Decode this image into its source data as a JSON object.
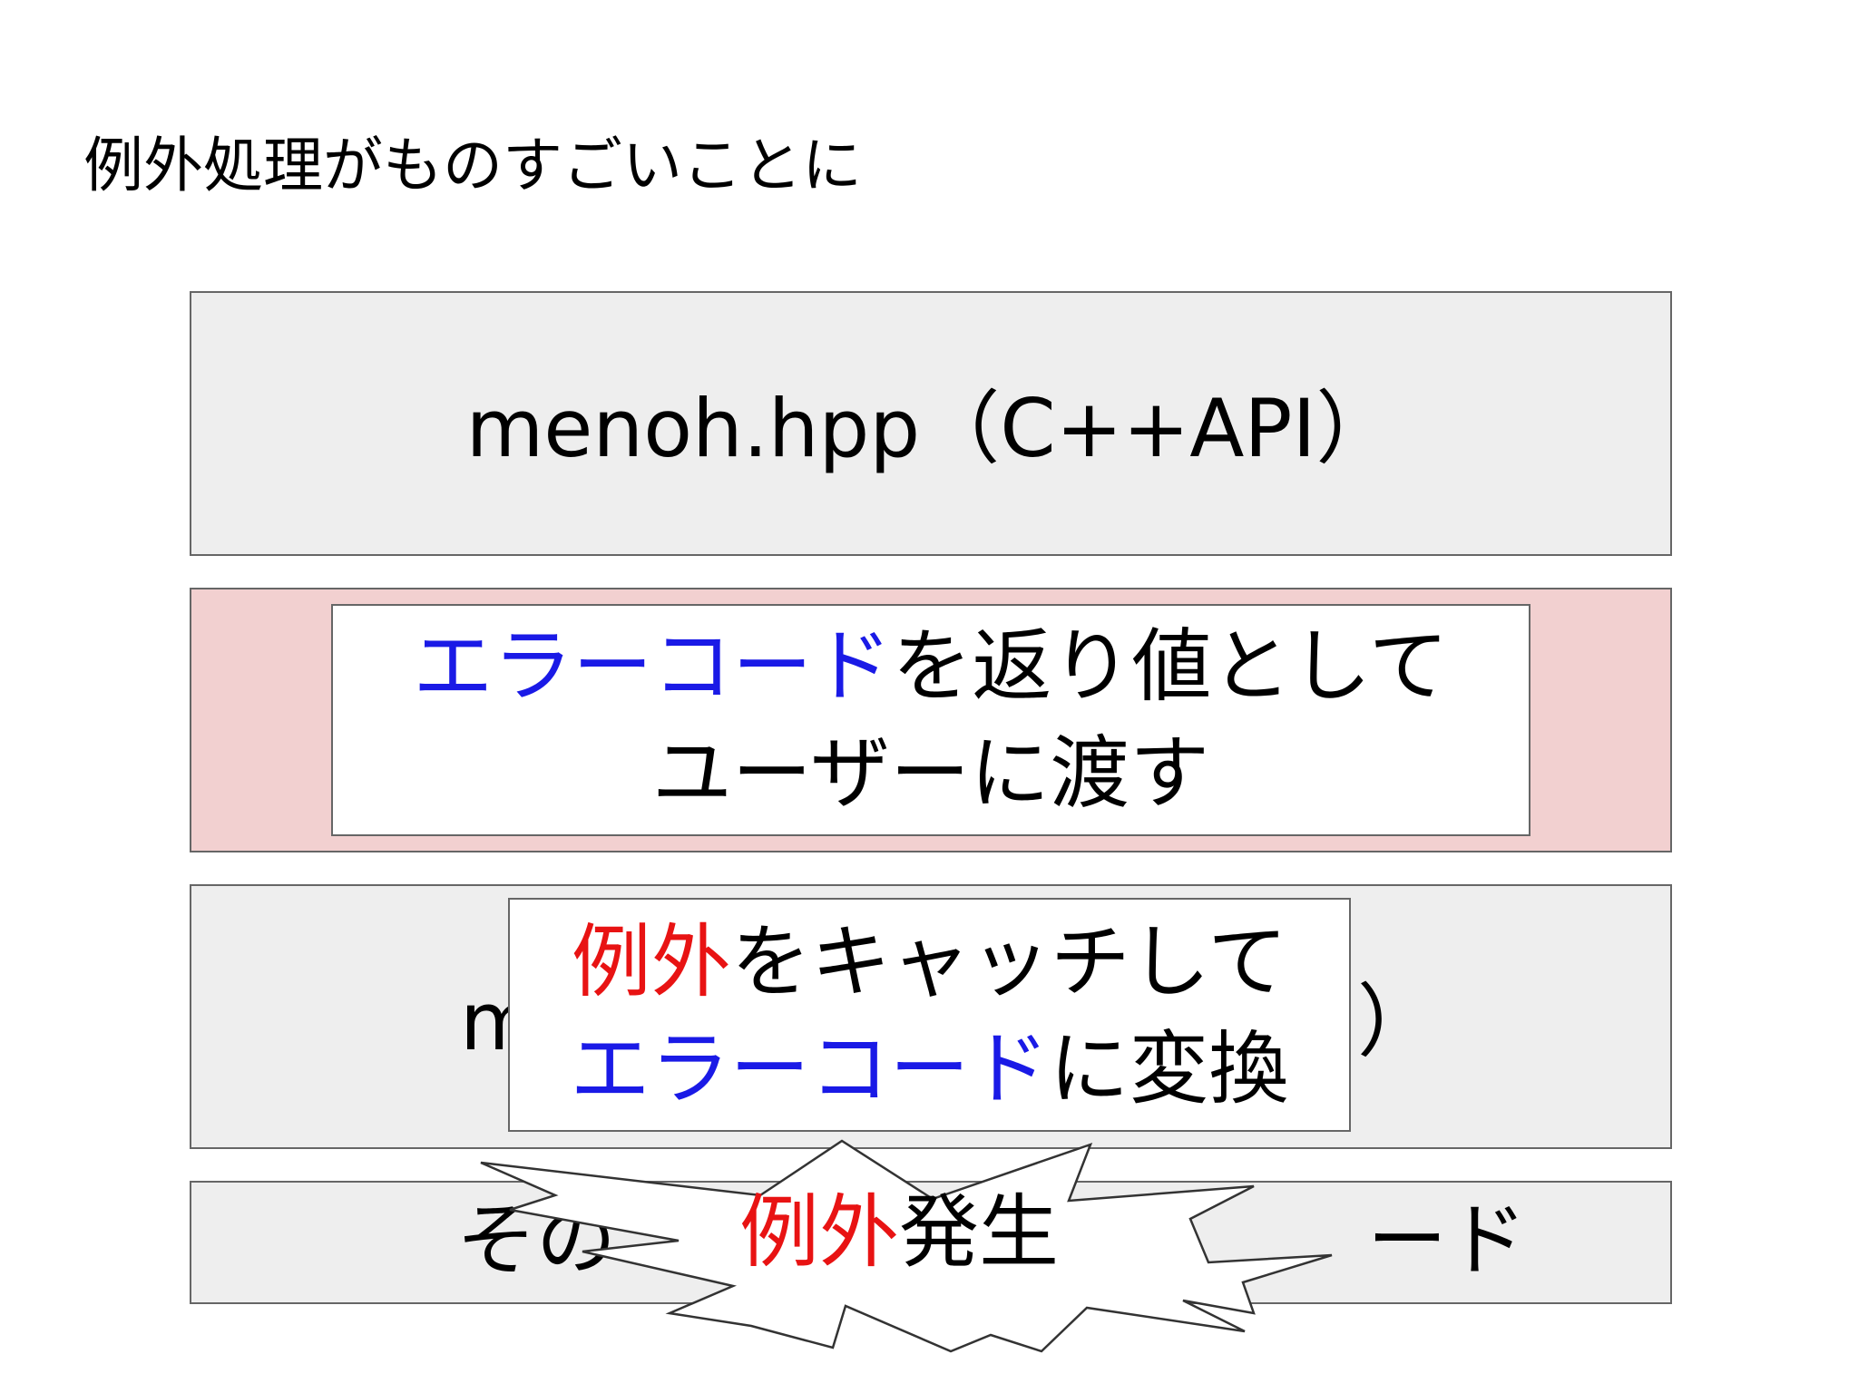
{
  "slide": {
    "title": "例外処理がものすごいことに"
  },
  "layers": {
    "cpp_api": {
      "label": "menoh.hpp（C++API）"
    },
    "c_api_partial": {
      "lead": "m",
      "tail": "）"
    },
    "other": {
      "lead": "その",
      "tail": "ード"
    }
  },
  "callouts": {
    "return_error": {
      "line1_colored": "エラーコード",
      "line1_rest": "を返り値として",
      "line2": "ユーザーに渡す"
    },
    "catch_exception": {
      "line1_colored": "例外",
      "line1_rest": "をキャッチして",
      "line2_colored": "エラーコード",
      "line2_rest": "に変換"
    },
    "exception_burst": {
      "colored": "例外",
      "rest": "発生"
    }
  },
  "colors": {
    "error_code": "#1a1ae6",
    "exception": "#e81313",
    "layer_fill": "#eeeeee",
    "highlight_layer_fill": "#f2d0d0"
  }
}
